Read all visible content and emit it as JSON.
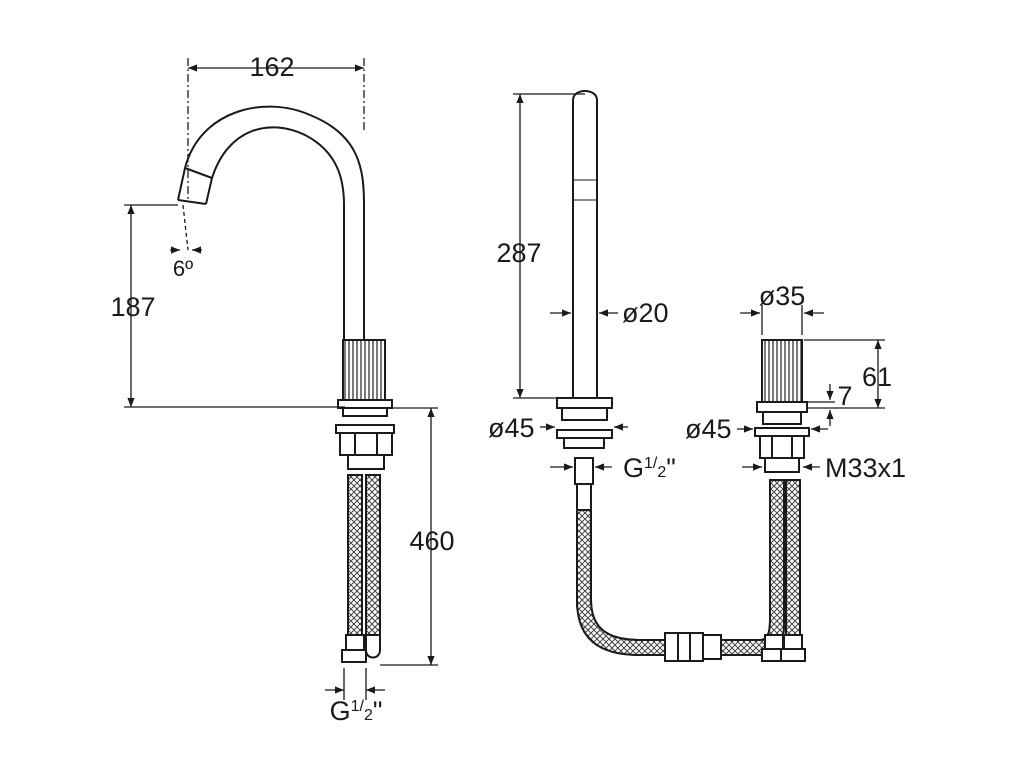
{
  "side_view": {
    "spout_width": "162",
    "spout_angle": "6º",
    "spout_height": "187",
    "tail_length": "460",
    "bottom_thread": {
      "g": "G",
      "num": "1",
      "den": "2",
      "quote": "\""
    }
  },
  "front_view": {
    "spout_height": "287",
    "spout_diameter": "ø20",
    "base_diameter": "ø45",
    "thread": {
      "g": "G",
      "num": "1",
      "den": "2",
      "quote": "\""
    }
  },
  "handle_view": {
    "handle_diameter": "ø35",
    "handle_height": "61",
    "gap": "7",
    "base_diameter": "ø45",
    "nut_thread": "M33x1"
  },
  "colors": {
    "line": "#1a1a1a",
    "hatch": "#444444",
    "background": "#ffffff"
  }
}
